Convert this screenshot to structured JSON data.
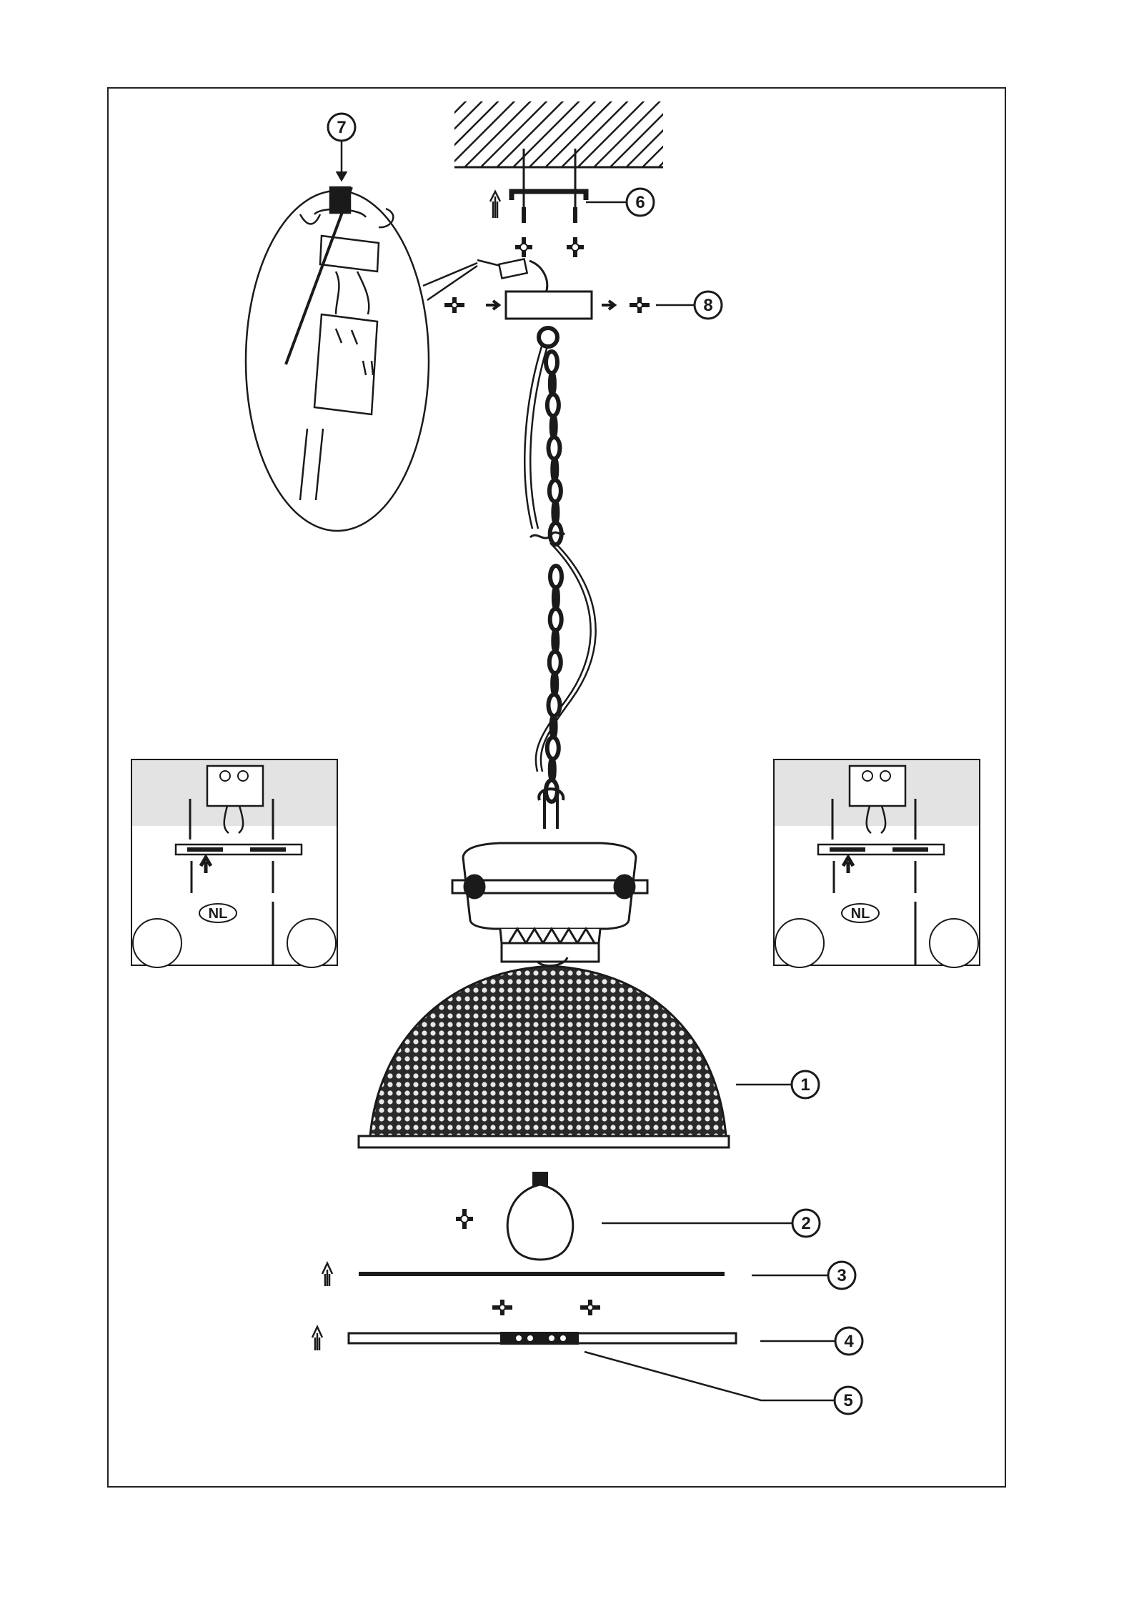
{
  "callouts": [
    {
      "id": "1",
      "text": "1"
    },
    {
      "id": "2",
      "text": "2"
    },
    {
      "id": "3",
      "text": "3"
    },
    {
      "id": "4",
      "text": "4"
    },
    {
      "id": "5",
      "text": "5"
    },
    {
      "id": "6",
      "text": "6"
    },
    {
      "id": "7",
      "text": "7"
    },
    {
      "id": "8",
      "text": "8"
    }
  ],
  "insets": {
    "left_badge": "NL",
    "right_badge": "NL"
  },
  "colors": {
    "line": "#1a1a1a",
    "panel": "#e3e3e3",
    "shade_fill": "#3a3a3a",
    "frame": "#222222"
  }
}
